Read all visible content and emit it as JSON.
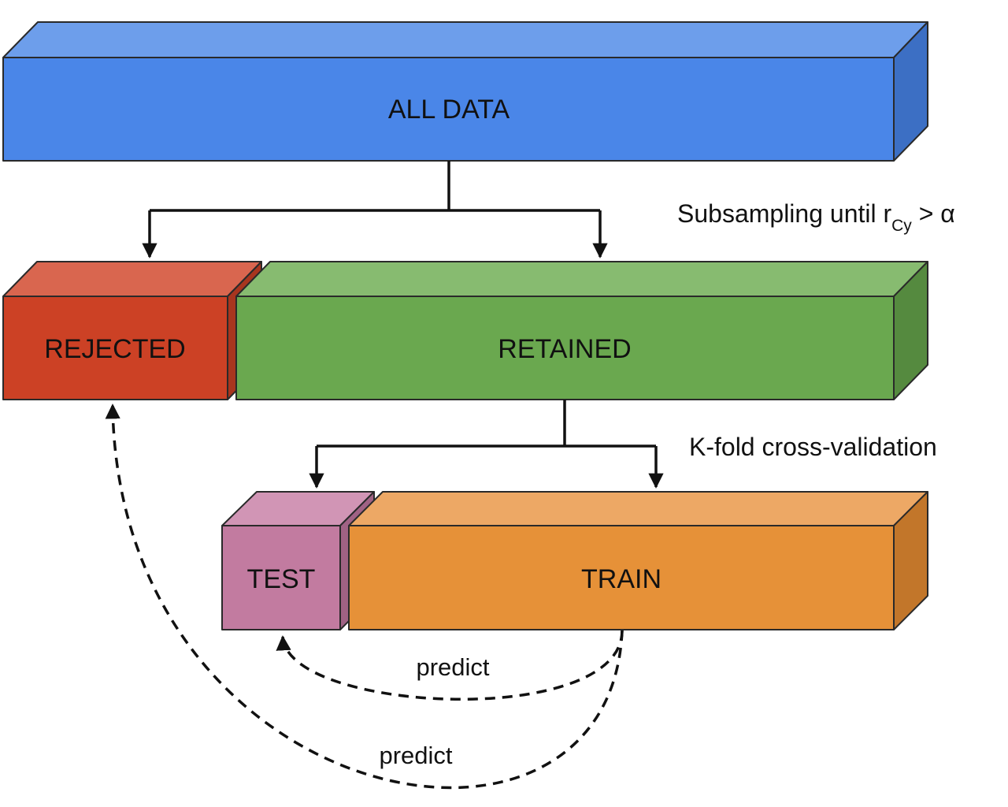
{
  "diagram": {
    "nodes": {
      "all_data": {
        "label": "ALL DATA",
        "colors": {
          "front": "#4A86E8",
          "top": "#6D9EEB",
          "side": "#3C6FC4"
        }
      },
      "rejected": {
        "label": "REJECTED",
        "colors": {
          "front": "#CC4125",
          "top": "#D9664F",
          "side": "#A8351E"
        }
      },
      "retained": {
        "label": "RETAINED",
        "colors": {
          "front": "#6AA84F",
          "top": "#87BB70",
          "side": "#558A3F"
        }
      },
      "test": {
        "label": "TEST",
        "colors": {
          "front": "#C27BA0",
          "top": "#D195B5",
          "side": "#A06284"
        }
      },
      "train": {
        "label": "TRAIN",
        "colors": {
          "front": "#E69138",
          "top": "#EDA865",
          "side": "#C2762A"
        }
      }
    },
    "annotations": {
      "subsampling": {
        "prefix": "Subsampling until r",
        "subscript": "Cy",
        "suffix": " > α"
      },
      "kfold": "K-fold cross-validation"
    },
    "edges": {
      "train_to_test": {
        "label": "predict",
        "style": "dashed"
      },
      "train_to_rejected": {
        "label": "predict",
        "style": "dashed"
      }
    }
  }
}
